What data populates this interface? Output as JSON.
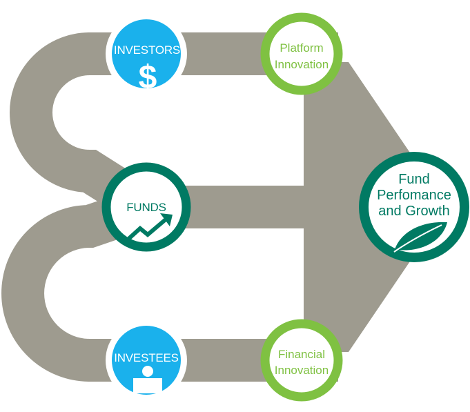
{
  "diagram": {
    "nodes": {
      "investors": {
        "label": "INVESTORS",
        "symbol": "$",
        "icon": "dollar-icon"
      },
      "funds": {
        "label": "FUNDS",
        "icon": "growth-arrow-icon"
      },
      "investees": {
        "label": "INVESTEES",
        "icon": "person-at-desk-icon"
      },
      "platform": {
        "line1": "Platform",
        "line2": "Innovation"
      },
      "financial": {
        "line1": "Financial",
        "line2": "Innovation"
      },
      "growth": {
        "line1": "Fund",
        "line2": "Perfomance",
        "line3": "and Growth",
        "icon": "leaf-icon"
      }
    }
  },
  "colors": {
    "road": "#9e9b8f",
    "blue": "#1ab1ec",
    "lime": "#7fc142",
    "teal": "#007a63",
    "white": "#ffffff"
  }
}
